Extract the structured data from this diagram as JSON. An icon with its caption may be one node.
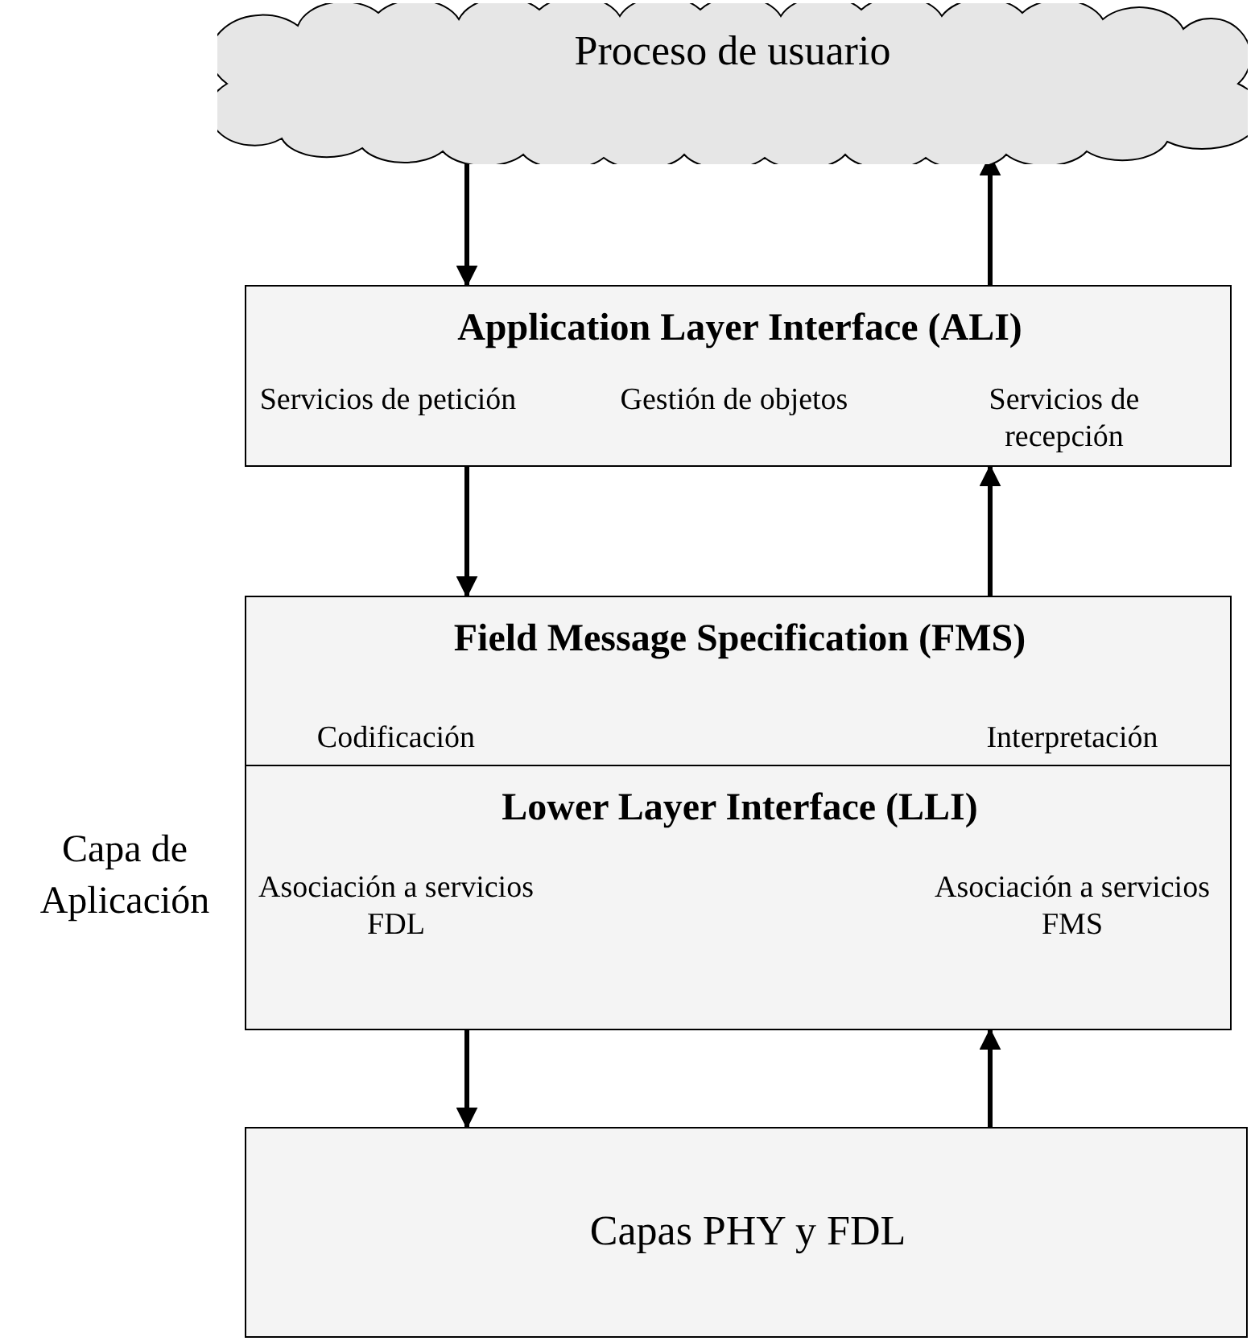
{
  "diagram": {
    "nodes": [
      {
        "text": [
          "Proceso de usuario"
        ]
      },
      {
        "text": [
          "Application Layer Interface (ALI)",
          "Servicios de petición",
          "Gestión de objetos",
          "Servicios de recepción"
        ]
      },
      {
        "text": [
          "Field Message Specification (FMS)",
          "Codificación",
          "Interpretación"
        ]
      },
      {
        "text": [
          "Lower Layer Interface (LLI)",
          "Asociación a servicios FDL",
          "Asociación a servicios FMS"
        ]
      },
      {
        "text": [
          "Capas PHY y FDL"
        ]
      }
    ],
    "edges": [
      {
        "from": 0,
        "to": 1,
        "arrow": "to"
      },
      {
        "from": 1,
        "to": 0,
        "arrow": "to"
      },
      {
        "from": 1,
        "to": 2,
        "arrow": "to"
      },
      {
        "from": 2,
        "to": 1,
        "arrow": "to"
      },
      {
        "from": 3,
        "to": 4,
        "arrow": "to"
      },
      {
        "from": 4,
        "to": 3,
        "arrow": "to"
      }
    ],
    "labels": [
      "Capa de Aplicación"
    ]
  }
}
